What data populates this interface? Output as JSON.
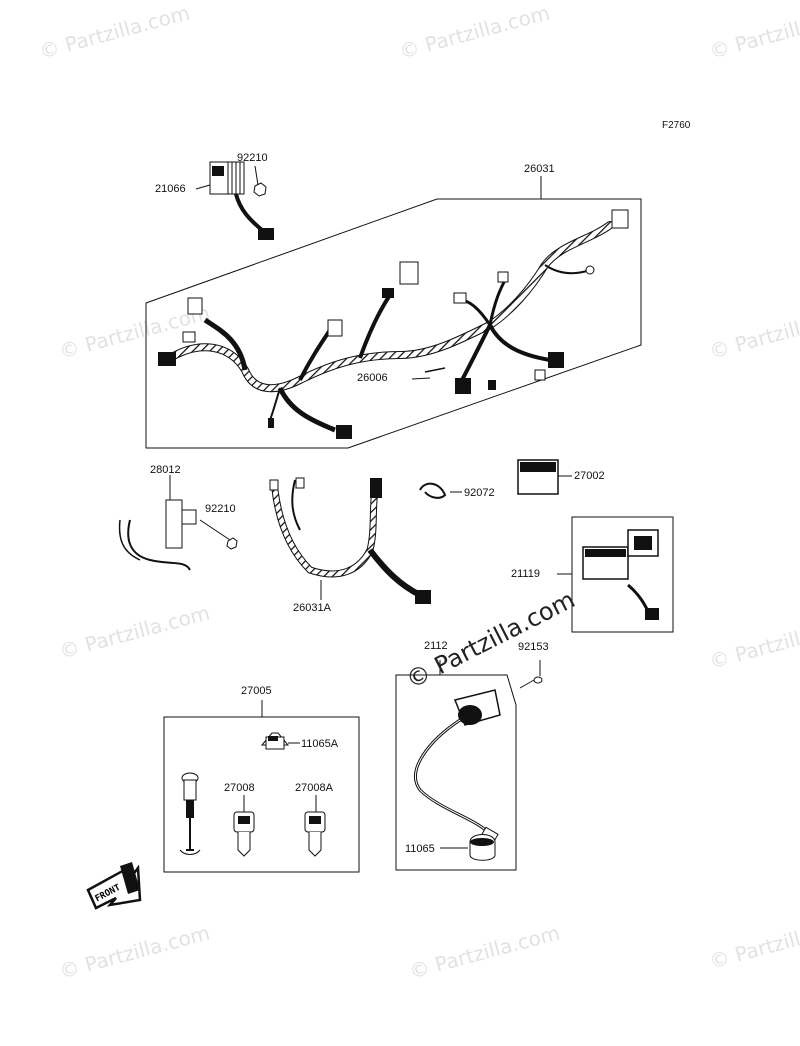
{
  "figure_code": "F2760",
  "watermark_text": "© Partzilla.com",
  "watermark_emphasis": "© Partzilla.com",
  "front_arrow_label": "FRONT",
  "parts": {
    "p26031": "26031",
    "p21066": "21066",
    "p92210a": "92210",
    "p26006": "26006",
    "p28012": "28012",
    "p92210b": "92210",
    "p26031a": "26031A",
    "p92072": "92072",
    "p27002": "27002",
    "p21119": "21119",
    "p2112x": "2112",
    "p92153": "92153",
    "p27005": "27005",
    "p11065a": "11065A",
    "p27008": "27008",
    "p27008a": "27008A",
    "p11065": "11065"
  },
  "colors": {
    "ink": "#111111",
    "watermark": "#e2e2e2"
  }
}
